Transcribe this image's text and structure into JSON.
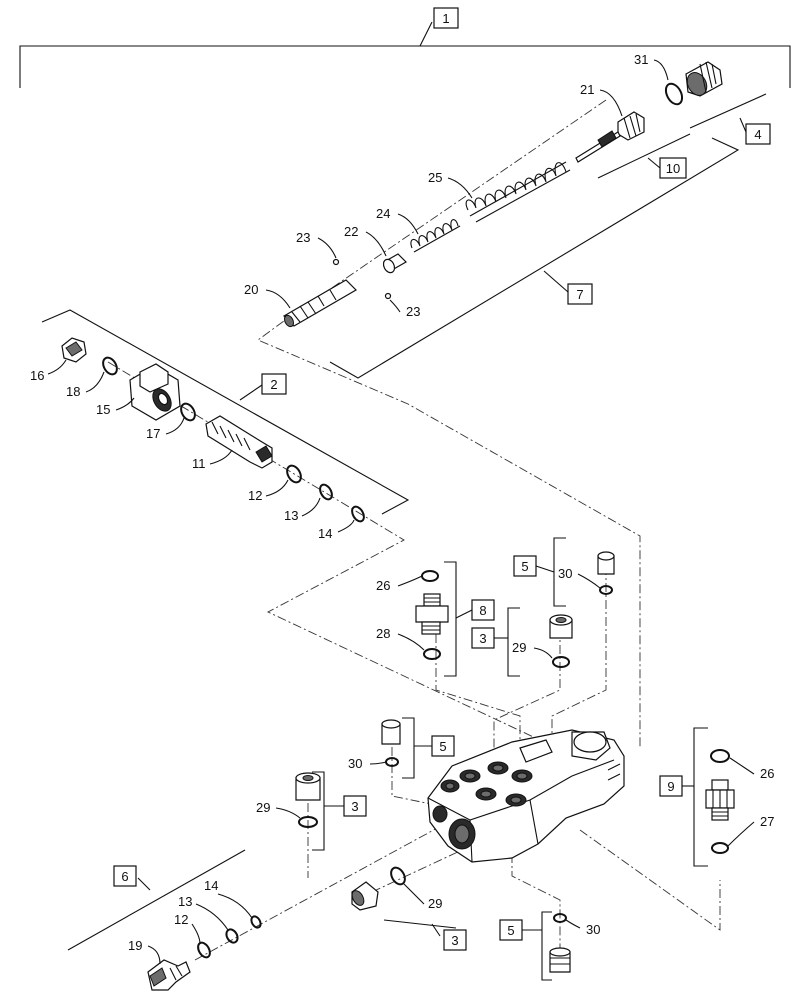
{
  "callout_boxes": {
    "b1": "1",
    "b2": "2",
    "b3a": "3",
    "b3b": "3",
    "b3c": "3",
    "b4": "4",
    "b5a": "5",
    "b5b": "5",
    "b5c": "5",
    "b6": "6",
    "b7": "7",
    "b8": "8",
    "b9": "9",
    "b10": "10"
  },
  "part_labels": {
    "p31": "31",
    "p21": "21",
    "p25": "25",
    "p24": "24",
    "p22": "22",
    "p23a": "23",
    "p23b": "23",
    "p20": "20",
    "p16": "16",
    "p18": "18",
    "p15": "15",
    "p17": "17",
    "p11": "11",
    "p12a": "12",
    "p13a": "13",
    "p14a": "14",
    "p26a": "26",
    "p28": "28",
    "p29a": "29",
    "p30a": "30",
    "p30b": "30",
    "p29b": "29",
    "p26b": "26",
    "p27": "27",
    "p14b": "14",
    "p13b": "13",
    "p12b": "12",
    "p19": "19",
    "p29c": "29",
    "p30c": "30"
  }
}
